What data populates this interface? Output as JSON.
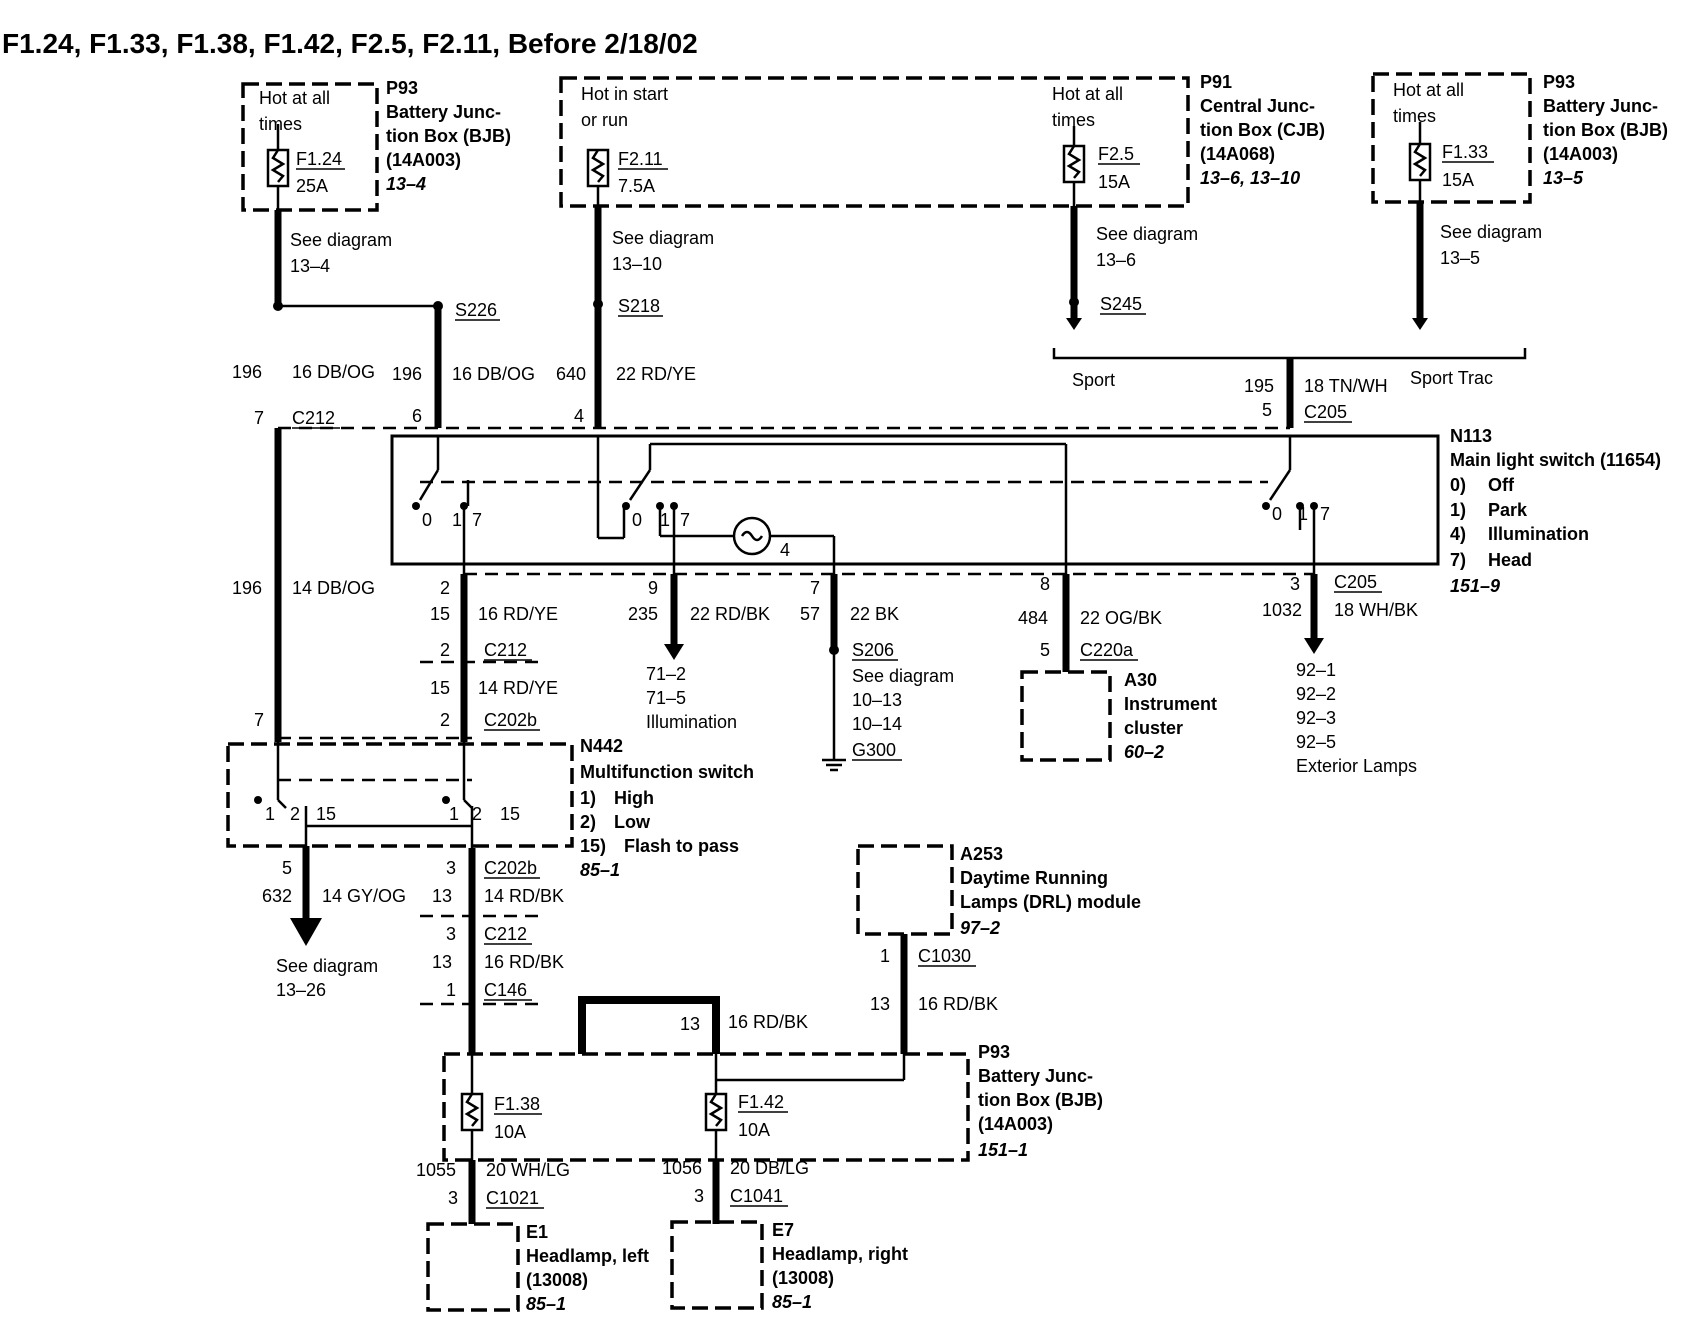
{
  "title": "F1.24, F1.33, F1.38, F1.42, F2.5, F2.11, Before 2/18/02",
  "power": {
    "hot_all_times_l1": "Hot at all",
    "hot_all_times_l2": "times",
    "hot_start_run_l1": "Hot in start",
    "hot_start_run_l2": "or run"
  },
  "fuses": {
    "f124": {
      "name": "F1.24",
      "rating": "25A"
    },
    "f211": {
      "name": "F2.11",
      "rating": "7.5A"
    },
    "f25": {
      "name": "F2.5",
      "rating": "15A"
    },
    "f133": {
      "name": "F1.33",
      "rating": "15A"
    },
    "f138": {
      "name": "F1.38",
      "rating": "10A"
    },
    "f142": {
      "name": "F1.42",
      "rating": "10A"
    }
  },
  "components": {
    "p93_left": {
      "id": "P93",
      "l1": "Battery Junc-",
      "l2": "tion Box (BJB)",
      "l3": "(14A003)",
      "ref": "13–4"
    },
    "p91": {
      "id": "P91",
      "l1": "Central Junc-",
      "l2": "tion Box (CJB)",
      "l3": "(14A068)",
      "ref": "13–6, 13–10"
    },
    "p93_right": {
      "id": "P93",
      "l1": "Battery Junc-",
      "l2": "tion Box (BJB)",
      "l3": "(14A003)",
      "ref": "13–5"
    },
    "p93_bottom": {
      "id": "P93",
      "l1": "Battery Junc-",
      "l2": "tion Box (BJB)",
      "l3": "(14A003)",
      "ref": "151–1"
    },
    "n113": {
      "id": "N113",
      "name": "Main light switch (11654)",
      "pos0": "0)",
      "pos0_label": "Off",
      "pos1": "1)",
      "pos1_label": "Park",
      "pos4": "4)",
      "pos4_label": "Illumination",
      "pos7": "7)",
      "pos7_label": "Head",
      "ref": "151–9"
    },
    "n442": {
      "id": "N442",
      "name": "Multifunction switch",
      "pos1": "1)",
      "pos1_label": "High",
      "pos2": "2)",
      "pos2_label": "Low",
      "pos15": "15)",
      "pos15_label": "Flash to pass",
      "ref": "85–1"
    },
    "a30": {
      "id": "A30",
      "l1": "Instrument",
      "l2": "cluster",
      "ref": "60–2"
    },
    "a253": {
      "id": "A253",
      "l1": "Daytime Running",
      "l2": "Lamps (DRL) module",
      "ref": "97–2"
    },
    "e1": {
      "id": "E1",
      "l1": "Headlamp, left",
      "l2": "(13008)",
      "ref": "85–1"
    },
    "e7": {
      "id": "E7",
      "l1": "Headlamp, right",
      "l2": "(13008)",
      "ref": "85–1"
    }
  },
  "labels": {
    "see_diagram": "See diagram",
    "ref_13_4": "13–4",
    "ref_13_10": "13–10",
    "ref_13_6": "13–6",
    "ref_13_5": "13–5",
    "ref_13_26": "13–26",
    "ref_10_13": "10–13",
    "ref_10_14": "10–14",
    "sport": "Sport",
    "sport_trac": "Sport Trac",
    "illumination": "Illumination",
    "exterior_lamps": "Exterior Lamps",
    "ill_refs": [
      "71–2",
      "71–5"
    ],
    "ext_refs": [
      "92–1",
      "92–2",
      "92–3",
      "92–5"
    ]
  },
  "splices": {
    "s226": "S226",
    "s218": "S218",
    "s245": "S245",
    "s206": "S206",
    "g300": "G300"
  },
  "connectors": {
    "c212": "C212",
    "c205": "C205",
    "c220a": "C220a",
    "c202b": "C202b",
    "c146": "C146",
    "c1030": "C1030",
    "c1021": "C1021",
    "c1041": "C1041"
  },
  "circuits": {
    "c196": "196",
    "c196b": "196",
    "c196c": "196",
    "c640": "640",
    "c195": "195",
    "c15": "15",
    "c15b": "15",
    "c235": "235",
    "c57": "57",
    "c484": "484",
    "c1032": "1032",
    "c632": "632",
    "c13a": "13",
    "c13b": "13",
    "c13c": "13",
    "c13d": "13",
    "c1055": "1055",
    "c1056": "1056"
  },
  "wires": {
    "w_16dbog": "16 DB/OG",
    "w_16dbog2": "16 DB/OG",
    "w_22rdye": "22 RD/YE",
    "w_18tnwh": "18 TN/WH",
    "w_14dbog": "14 DB/OG",
    "w_16rdye": "16 RD/YE",
    "w_14rdye": "14 RD/YE",
    "w_22rdbk": "22 RD/BK",
    "w_22bk": "22 BK",
    "w_22ogbk": "22 OG/BK",
    "w_18whbk": "18 WH/BK",
    "w_14gyog": "14 GY/OG",
    "w_14rdbk": "14 RD/BK",
    "w_16rdbk": "16 RD/BK",
    "w_16rdbk2": "16 RD/BK",
    "w_16rdbk3": "16 RD/BK",
    "w_20whlg": "20 WH/LG",
    "w_20dblg": "20 DB/LG"
  },
  "pins": {
    "p7a": "7",
    "p6": "6",
    "p4": "4",
    "p5": "5",
    "p2": "2",
    "p9": "9",
    "p7b": "7",
    "p8": "8",
    "p3": "3",
    "p2b": "2",
    "p2c": "2",
    "p7c": "7",
    "p5b": "5",
    "p5c": "5",
    "p3b": "3",
    "p3c": "3",
    "p1": "1",
    "p1b": "1",
    "p3d": "3",
    "p3e": "3"
  },
  "switch_positions": {
    "z": "0",
    "o": "1",
    "s": "7",
    "lamp_pin": "4",
    "one": "1",
    "two": "2",
    "fifteen": "15"
  }
}
